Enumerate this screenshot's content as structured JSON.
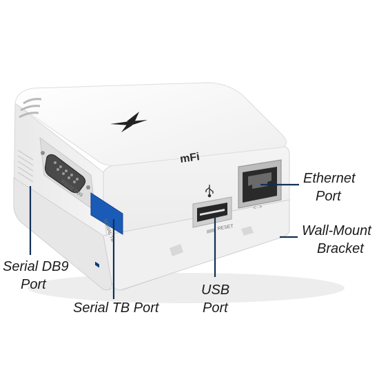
{
  "callouts": {
    "ethernet": {
      "line1": "Ethernet",
      "line2": "Port"
    },
    "wall_mount": {
      "line1": "Wall-Mount",
      "line2": "Bracket"
    },
    "serial_db9": {
      "line1": "Serial DB9",
      "line2": "Port"
    },
    "serial_tb": {
      "line1": "Serial TB Port"
    },
    "usb": {
      "line1": "USB",
      "line2": "Port"
    }
  },
  "device_markings": {
    "brand": "mFi",
    "rs232": "RS232 DB9",
    "serial_block": "SERIAL TB",
    "reset": "RESET",
    "ethernet_symbol": "<··>"
  },
  "colors": {
    "callout_line": "#0f2f57",
    "terminal_block": "#1a5bb8",
    "device_body": "#f6f6f6",
    "port_dark": "#2a2a2a"
  }
}
